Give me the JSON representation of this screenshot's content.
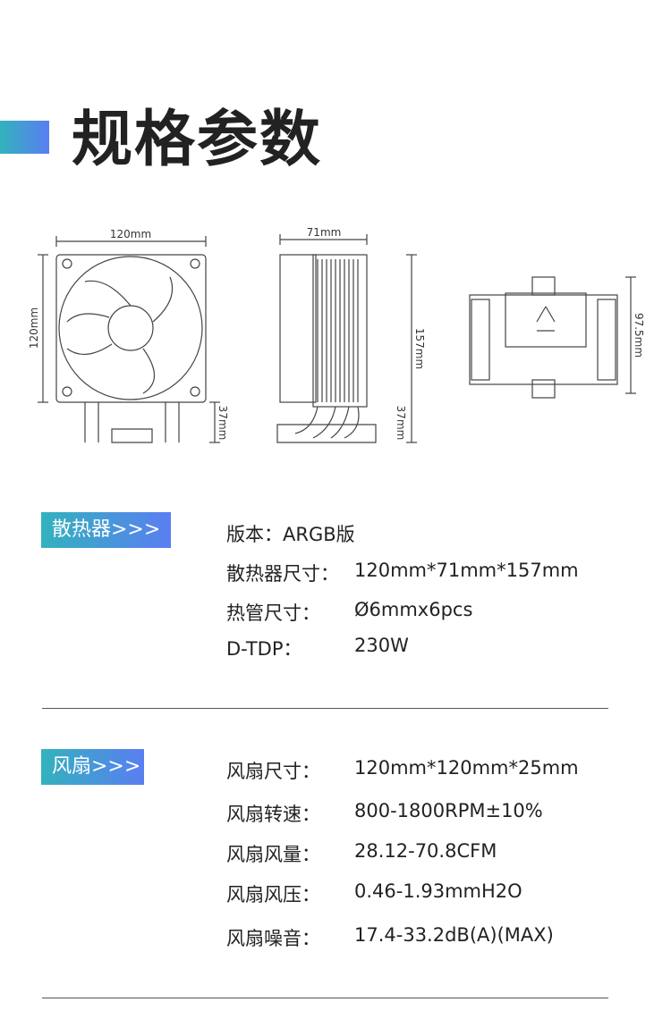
{
  "header": {
    "title": "规格参数",
    "accent": "#5a7ef2"
  },
  "diagram": {
    "front_width": "120mm",
    "front_height": "120mm",
    "front_base": "37mm",
    "side_width": "71mm",
    "side_height": "157mm",
    "side_base": "37mm",
    "top_depth": "97.5mm"
  },
  "heatsink": {
    "badge": "散热器>>>",
    "rows": [
      {
        "label": "版本：ARGB版",
        "value": ""
      },
      {
        "label": "散热器尺寸：",
        "value": "120mm*71mm*157mm"
      },
      {
        "label": "热管尺寸：",
        "value": "Ø6mmx6pcs"
      },
      {
        "label": "D-TDP：",
        "value": "230W"
      }
    ]
  },
  "fan": {
    "badge": "风扇>>>",
    "rows": [
      {
        "label": "风扇尺寸：",
        "value": "120mm*120mm*25mm"
      },
      {
        "label": "风扇转速：",
        "value": "800-1800RPM±10%"
      },
      {
        "label": "风扇风量：",
        "value": "28.12-70.8CFM"
      },
      {
        "label": "风扇风压：",
        "value": "0.46-1.93mmH2O"
      },
      {
        "label": "风扇噪音：",
        "value": "17.4-33.2dB(A)(MAX)"
      }
    ]
  }
}
